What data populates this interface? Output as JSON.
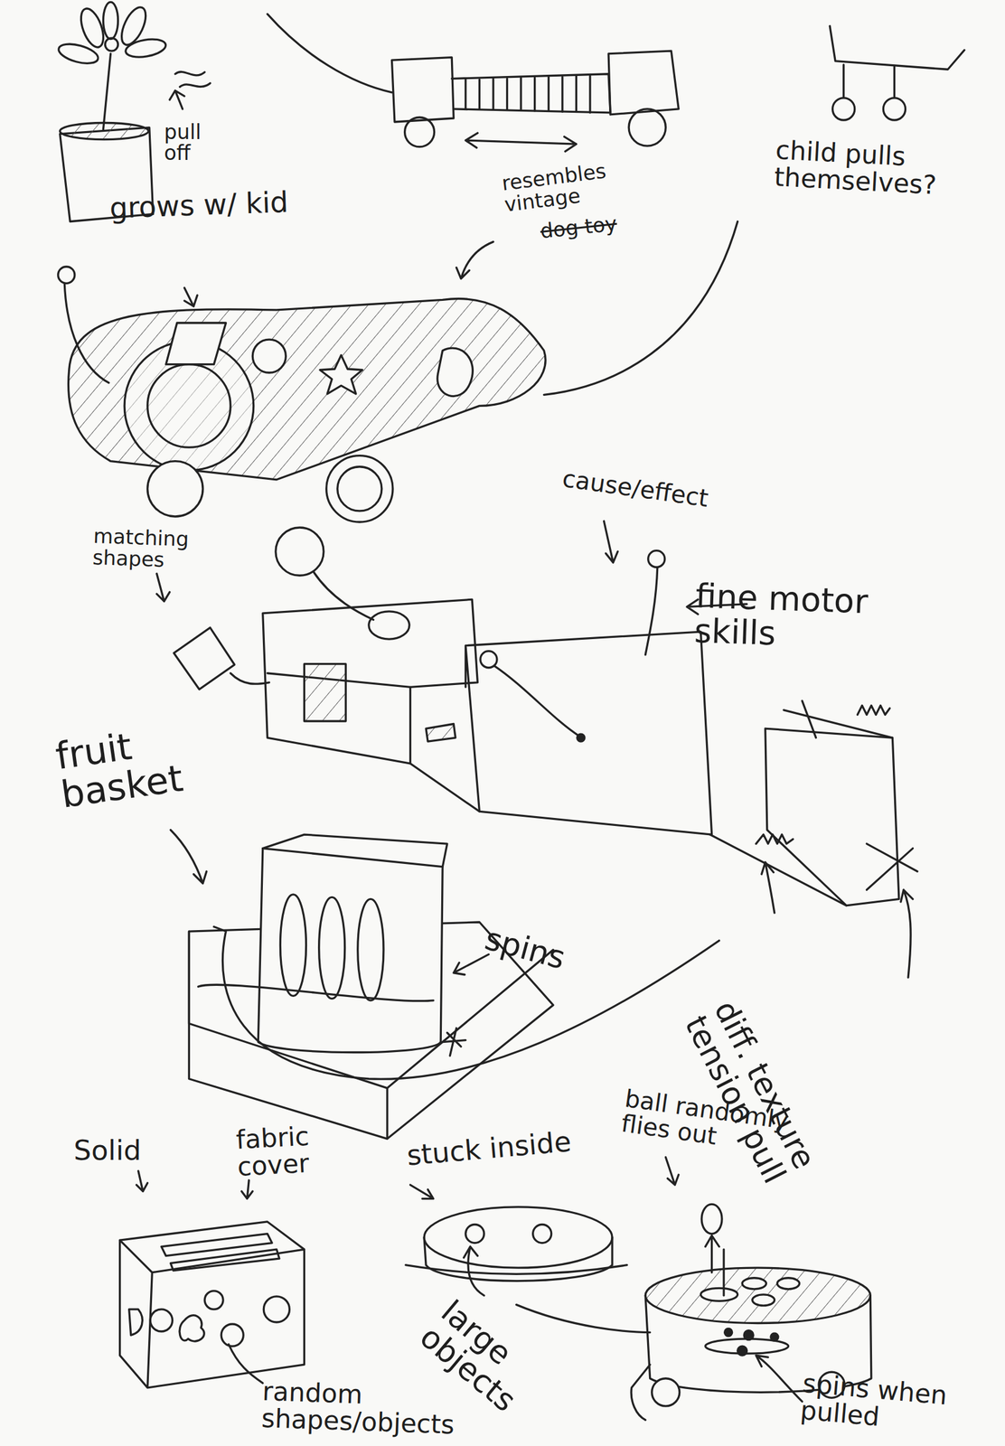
{
  "diagram": {
    "labels": [
      "pull off",
      "grows w/ kid",
      "child pulls themselves?",
      "resembles vintage",
      "dog toy",
      "matching shapes",
      "cause/effect",
      "fine motor skills",
      "fruit basket",
      "spins",
      "diff. texture tension pull",
      "Solid",
      "fabric cover",
      "stuck inside",
      "ball randomly flies out",
      "large objects",
      "random shapes/objects",
      "spins when pulled"
    ]
  }
}
